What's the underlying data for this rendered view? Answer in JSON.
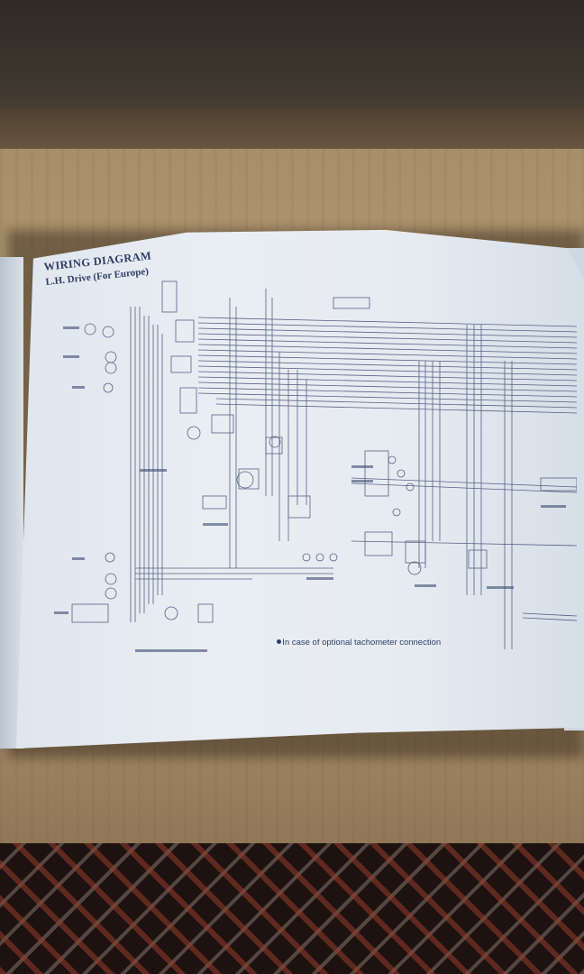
{
  "page": {
    "title": "WIRING DIAGRAM",
    "subtitle": "L.H. Drive (For Europe)",
    "footnote": "In case of optional tachometer connection"
  },
  "colors": {
    "ink": "#2f3e66",
    "paper": "#e6ebf1",
    "table": "#b79c76",
    "wall": "#3f3830",
    "carpet": "#1d1210"
  }
}
